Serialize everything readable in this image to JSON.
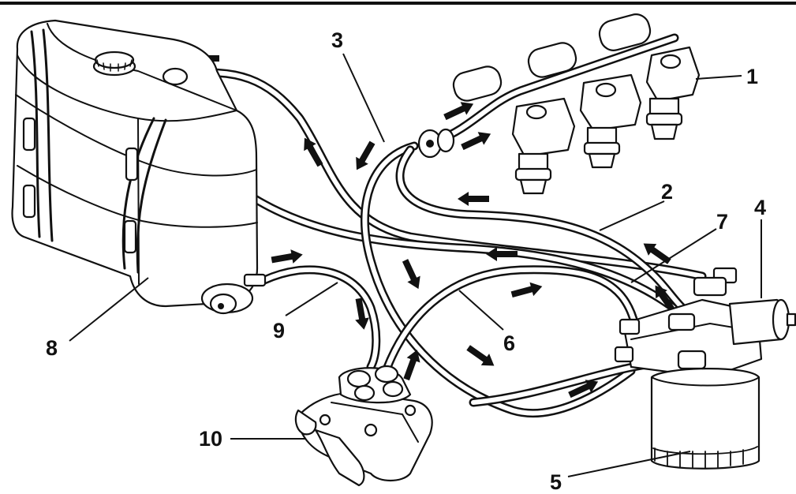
{
  "colors": {
    "ink": "#111111",
    "paper": "#ffffff"
  },
  "callouts": [
    {
      "id": "1",
      "text": "1"
    },
    {
      "id": "2",
      "text": "2"
    },
    {
      "id": "3",
      "text": "3"
    },
    {
      "id": "4",
      "text": "4"
    },
    {
      "id": "5",
      "text": "5"
    },
    {
      "id": "6",
      "text": "6"
    },
    {
      "id": "7",
      "text": "7"
    },
    {
      "id": "8",
      "text": "8"
    },
    {
      "id": "9",
      "text": "9"
    },
    {
      "id": "10",
      "text": "10"
    }
  ]
}
